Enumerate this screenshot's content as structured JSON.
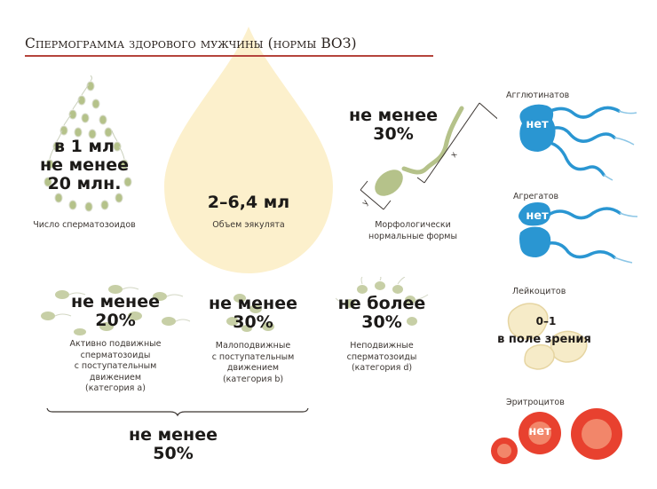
{
  "title": "Спермограмма здорового мужчины (нормы ВОЗ)",
  "colors": {
    "accent_line": "#b5443c",
    "drop_fill": "#fcf0cc",
    "sperm_green": "#b5c28a",
    "agglutinate_blue": "#2a96d2",
    "leukocyte_fill": "#f6ebc8",
    "erythrocyte_red": "#e8412f",
    "erythrocyte_inner": "#f2866a"
  },
  "count": {
    "value_line1": "в 1 мл",
    "value_line2": "не менее",
    "value_line3": "20 млн.",
    "label": "Число сперматозоидов"
  },
  "volume": {
    "value": "2–6,4 мл",
    "label": "Объем эякулята"
  },
  "morphology": {
    "value_line1": "не менее",
    "value_line2": "30%",
    "label_line1": "Морфологически",
    "label_line2": "нормальные формы",
    "dim_x": "x",
    "dim_y": "y"
  },
  "motility": [
    {
      "value_line1": "не менее",
      "value_line2": "20%",
      "label_lines": [
        "Активно подвижные",
        "сперматозоиды",
        "с поступательным",
        "движением",
        "(категория a)"
      ]
    },
    {
      "value_line1": "не менее",
      "value_line2": "30%",
      "label_lines": [
        "Малоподвижные",
        "с поступательным",
        "движением",
        "(категория b)"
      ]
    },
    {
      "value_line1": "не более",
      "value_line2": "30%",
      "label_lines": [
        "Неподвижные",
        "сперматозоиды",
        "(категория d)"
      ]
    }
  ],
  "motility_total": {
    "value_line1": "не менее",
    "value_line2": "50%"
  },
  "agglutinates": {
    "label": "Агглютинатов",
    "value": "нет"
  },
  "aggregates": {
    "label": "Агрегатов",
    "value": "нет"
  },
  "leukocytes": {
    "label": "Лейкоцитов",
    "value_line1": "0–1",
    "value_line2": "в поле зрения"
  },
  "erythrocytes": {
    "label": "Эритроцитов",
    "value": "нет"
  }
}
